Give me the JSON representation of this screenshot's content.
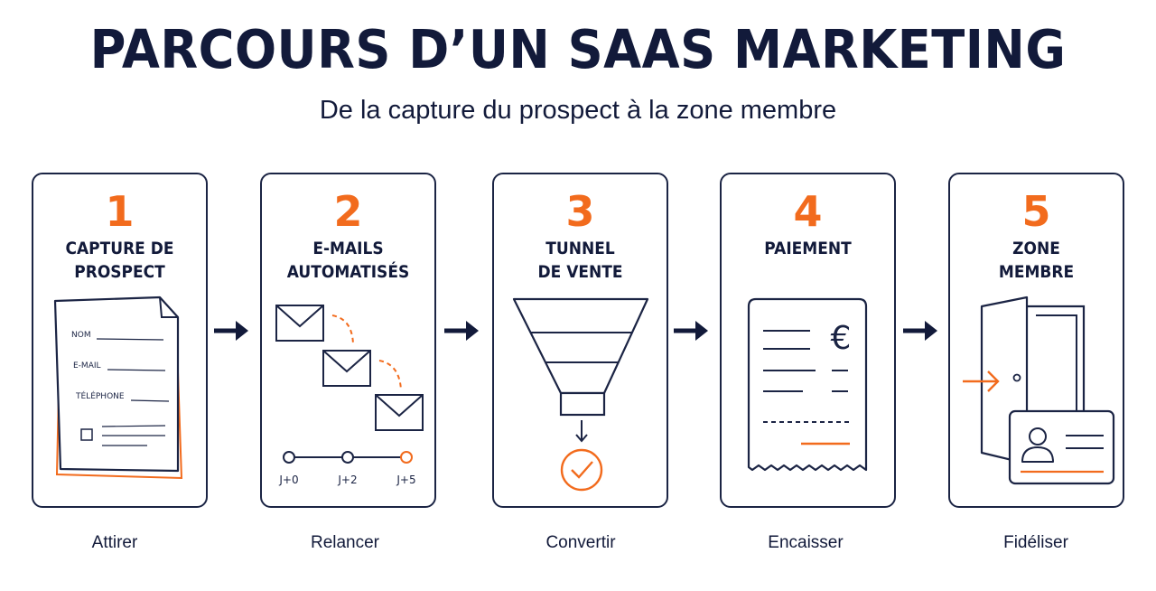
{
  "header": {
    "title": "PARCOURS D’UN SAAS MARKETING",
    "subtitle": "De la capture du prospect à la zone membre"
  },
  "colors": {
    "accent": "#f26b1d",
    "ink": "#121a3a"
  },
  "steps": [
    {
      "number": "1",
      "title_lines": [
        "CAPTURE DE",
        "PROSPECT"
      ],
      "caption": "Attirer",
      "icon": "form-icon",
      "form_fields": [
        "NOM",
        "E-MAIL",
        "TÉLÉPHONE"
      ]
    },
    {
      "number": "2",
      "title_lines": [
        "E-MAILS",
        "AUTOMATISÉS"
      ],
      "caption": "Relancer",
      "icon": "email-sequence-icon",
      "timeline": [
        "J+0",
        "J+2",
        "J+5"
      ]
    },
    {
      "number": "3",
      "title_lines": [
        "TUNNEL",
        "DE VENTE"
      ],
      "caption": "Convertir",
      "icon": "funnel-icon"
    },
    {
      "number": "4",
      "title_lines": [
        "PAIEMENT"
      ],
      "caption": "Encaisser",
      "icon": "receipt-icon",
      "currency_symbol": "€"
    },
    {
      "number": "5",
      "title_lines": [
        "ZONE",
        "MEMBRE"
      ],
      "caption": "Fidéliser",
      "icon": "member-door-icon"
    }
  ]
}
